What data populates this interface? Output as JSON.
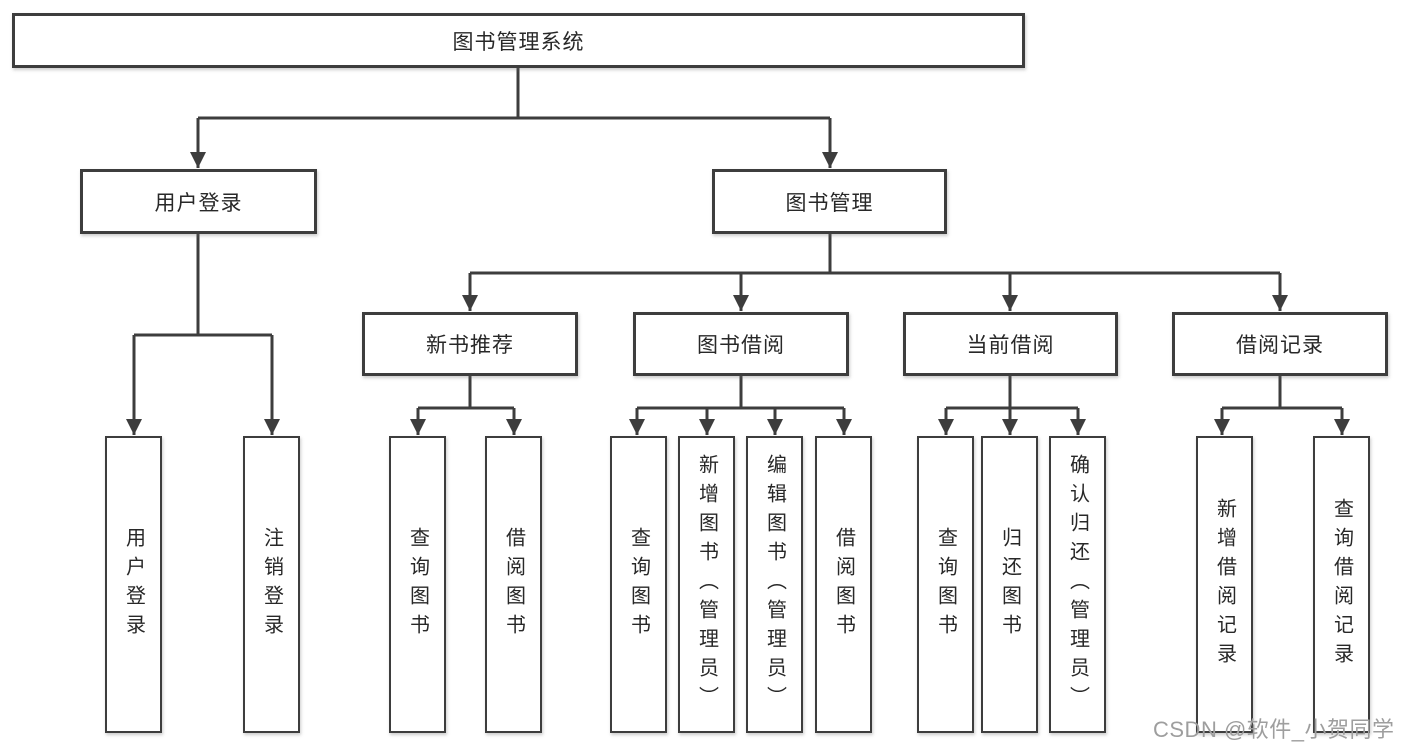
{
  "colors": {
    "background": "#ffffff",
    "line": "#3d3d3d",
    "box_border": "#3d3d3d",
    "box_fill": "#ffffff",
    "text": "#282828",
    "watermark_text": "#9e9e9e"
  },
  "tree": {
    "root_label": "图书管理系统",
    "branches": [
      {
        "label": "用户登录",
        "children": [
          {
            "label": "用户登录"
          },
          {
            "label": "注销登录"
          }
        ]
      },
      {
        "label": "图书管理",
        "children": [
          {
            "label": "新书推荐",
            "children": [
              {
                "label": "查询图书"
              },
              {
                "label": "借阅图书"
              }
            ]
          },
          {
            "label": "图书借阅",
            "children": [
              {
                "label": "查询图书"
              },
              {
                "label": "新增图书（管理员）"
              },
              {
                "label": "编辑图书（管理员）"
              },
              {
                "label": "借阅图书"
              }
            ]
          },
          {
            "label": "当前借阅",
            "children": [
              {
                "label": "查询图书"
              },
              {
                "label": "归还图书"
              },
              {
                "label": "确认归还（管理员）"
              }
            ]
          },
          {
            "label": "借阅记录",
            "children": [
              {
                "label": "新增借阅记录"
              },
              {
                "label": "查询借阅记录"
              }
            ]
          }
        ]
      }
    ]
  },
  "watermark": {
    "text": "CSDN @软件_小贺同学"
  }
}
